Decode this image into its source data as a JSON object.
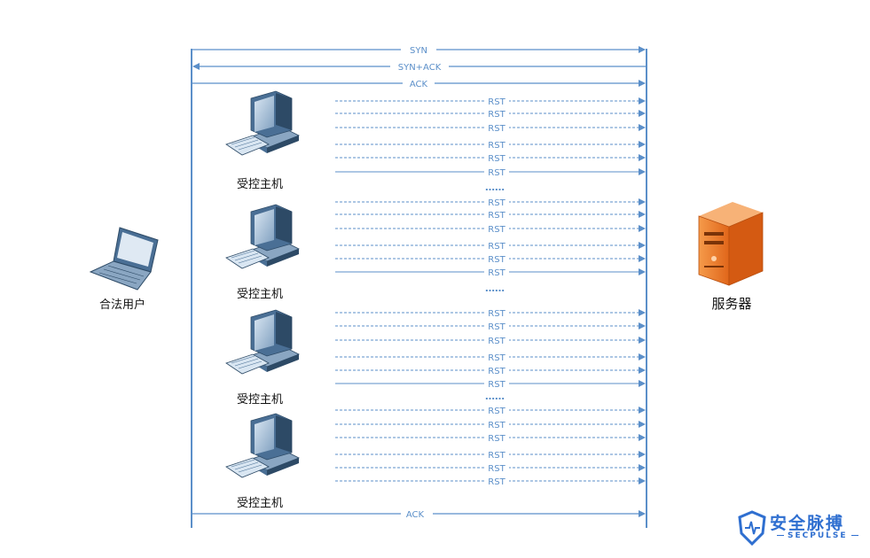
{
  "handshake": {
    "syn": "SYN",
    "syn_ack": "SYN+ACK",
    "ack": "ACK"
  },
  "rst_label": "RST",
  "ellipsis": "……",
  "final_ack": "ACK",
  "nodes": {
    "legit_user": "合法用户",
    "controlled_host": "受控主机",
    "server": "服务器"
  },
  "host_groups": [
    {
      "label": "受控主机"
    },
    {
      "label": "受控主机"
    },
    {
      "label": "受控主机"
    },
    {
      "label": "受控主机"
    }
  ],
  "logo": {
    "cn": "安全脉搏",
    "en": "SECPULSE"
  },
  "colors": {
    "line": "#5b8fc9",
    "server": "#f07e2c",
    "logo": "#2f6fd0"
  },
  "icons": [
    "laptop-icon",
    "desktop-computer-icon",
    "server-tower-icon",
    "shield-logo-icon"
  ]
}
